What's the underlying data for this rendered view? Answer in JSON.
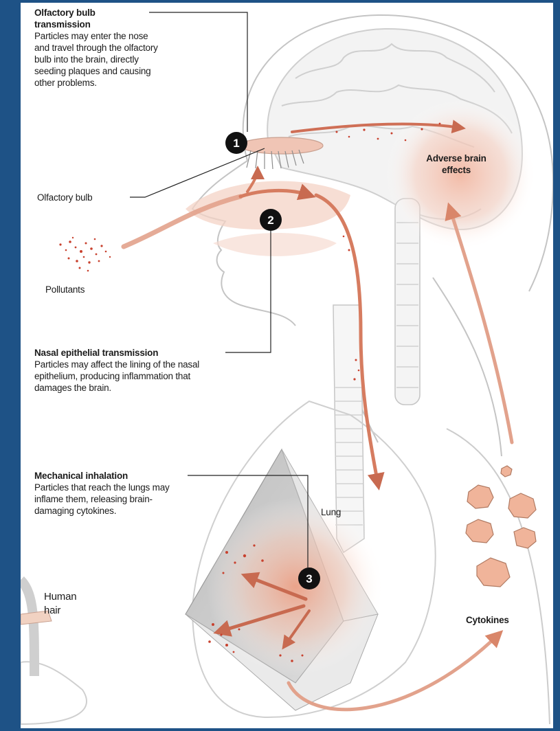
{
  "callouts": {
    "olfactory": {
      "number": "1",
      "title_line1": "Olfactory bulb",
      "title_line2": "transmission",
      "body": "Particles may enter the nose and travel through the olfactory bulb into the brain, directly seeding plaques and causing other problems."
    },
    "nasal": {
      "number": "2",
      "title": "Nasal epithelial transmission",
      "body": "Particles may affect the lining of the nasal epithelium, producing inflammation that damages the brain."
    },
    "mechanical": {
      "number": "3",
      "title": "Mechanical inhalation",
      "body": "Particles that reach the lungs may inflame them, releasing brain-damaging cytokines."
    }
  },
  "labels": {
    "olfactory_bulb": "Olfactory bulb",
    "pollutants": "Pollutants",
    "adverse_line1": "Adverse brain",
    "adverse_line2": "effects",
    "lung": "Lung",
    "human_hair_line1": "Human",
    "human_hair_line2": "hair",
    "cytokines": "Cytokines"
  },
  "colors": {
    "background": "#1e5286",
    "arrow": "#d9866a",
    "particles": "#c8412e",
    "anatomy_line": "#b9b9b9",
    "marker": "#111111",
    "cytokine": "#f0b49a"
  }
}
